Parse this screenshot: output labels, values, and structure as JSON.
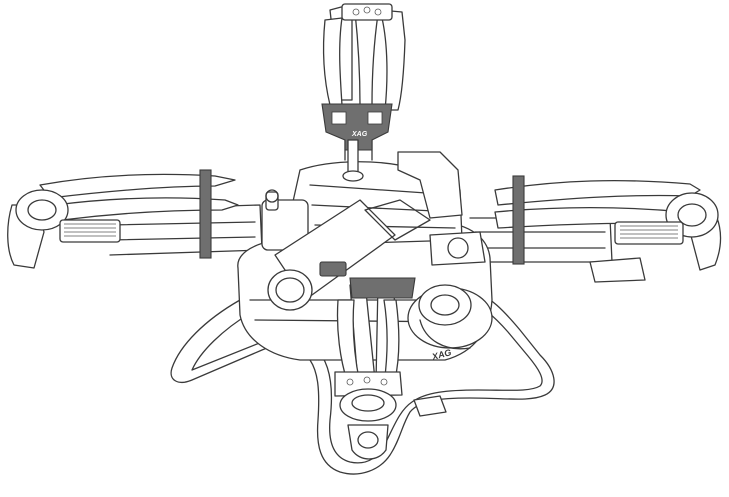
{
  "drawing": {
    "subject": "agricultural-drone-folded-arms",
    "line_color": "#3a3a3a",
    "accent_gray": "#6f6f6f",
    "background": "#ffffff",
    "logo_text_bracket": "XAG",
    "logo_text_tank": "XAG"
  }
}
